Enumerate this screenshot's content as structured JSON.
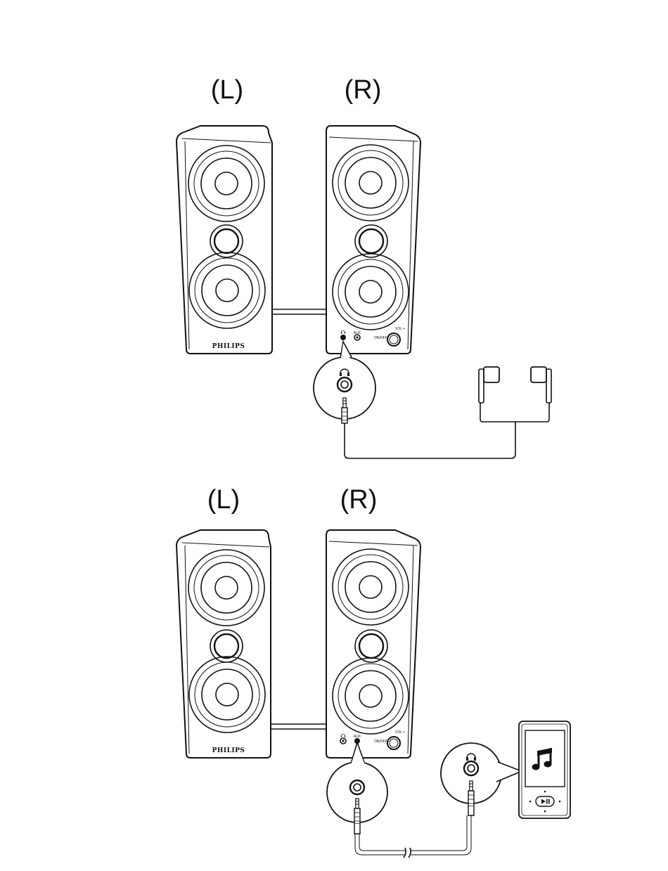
{
  "diagram1": {
    "left_label": "(L)",
    "right_label": "(R)",
    "brand": "PHILIPS",
    "controls": {
      "aux": "AUX",
      "vol": "VOL +",
      "onoff": "ON/OFF"
    }
  },
  "diagram2": {
    "left_label": "(L)",
    "right_label": "(R)",
    "brand": "PHILIPS",
    "controls": {
      "aux": "AUX",
      "vol": "VOL +",
      "onoff": "ON/OFF"
    }
  },
  "icons": {
    "headphone": "headphone-icon",
    "music_note": "music-note-icon",
    "play_pause": "play-pause-icon"
  }
}
